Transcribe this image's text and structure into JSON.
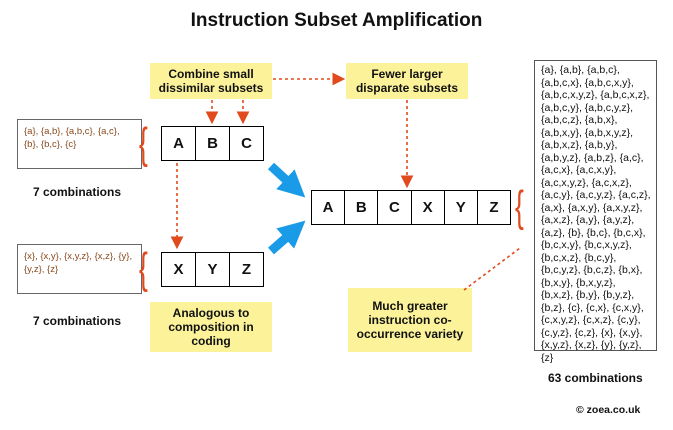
{
  "title": "Instruction Subset Amplification",
  "notes": {
    "combine": "Combine small dissimilar subsets",
    "fewer": "Fewer larger disparate subsets",
    "analogous": "Analogous to composition in coding",
    "greater": "Much greater instruction co-occurrence variety"
  },
  "set_abc": {
    "cells": [
      "A",
      "B",
      "C"
    ],
    "subsets": "{a}, {a,b}, {a,b,c}, {a,c}, {b}, {b,c}, {c}",
    "count_label": "7 combinations"
  },
  "set_xyz": {
    "cells": [
      "X",
      "Y",
      "Z"
    ],
    "subsets": "{x}, {x,y}, {x,y,z}, {x,z}, {y}, {y,z}, {z}",
    "count_label": "7 combinations"
  },
  "set_combined": {
    "cells": [
      "A",
      "B",
      "C",
      "X",
      "Y",
      "Z"
    ],
    "subsets_lines": [
      "{a}, {a,b}, {a,b,c},",
      "{a,b,c,x}, {a,b,c,x,y},",
      "{a,b,c,x,y,z}, {a,b,c,x,z},",
      "{a,b,c,y}, {a,b,c,y,z},",
      "{a,b,c,z}, {a,b,x},",
      "{a,b,x,y}, {a,b,x,y,z},",
      "{a,b,x,z}, {a,b,y},",
      "{a,b,y,z}, {a,b,z}, {a,c},",
      "{a,c,x}, {a,c,x,y},",
      "{a,c,x,y,z}, {a,c,x,z},",
      "{a,c,y}, {a,c,y,z}, {a,c,z},",
      "{a,x}, {a,x,y}, {a,x,y,z},",
      "{a,x,z}, {a,y}, {a,y,z},",
      "{a,z}, {b}, {b,c}, {b,c,x},",
      "{b,c,x,y}, {b,c,x,y,z},",
      "{b,c,x,z}, {b,c,y},",
      "{b,c,y,z}, {b,c,z}, {b,x},",
      "{b,x,y}, {b,x,y,z},",
      "{b,x,z}, {b,y}, {b,y,z},",
      "{b,z}, {c}, {c,x}, {c,x,y},",
      "{c,x,y,z}, {c,x,z}, {c,y},",
      "{c,y,z}, {c,z}, {x}, {x,y},",
      "{x,y,z}, {x,z}, {y}, {y,z},",
      "{z}"
    ],
    "count_label": "63 combinations"
  },
  "credit": "© zoea.co.uk",
  "colors": {
    "note_bg": "#fbf29a",
    "dashed_arrow": "#e04a1c",
    "big_arrow": "#1a9be8",
    "subset_text": "#8a4a1e"
  }
}
